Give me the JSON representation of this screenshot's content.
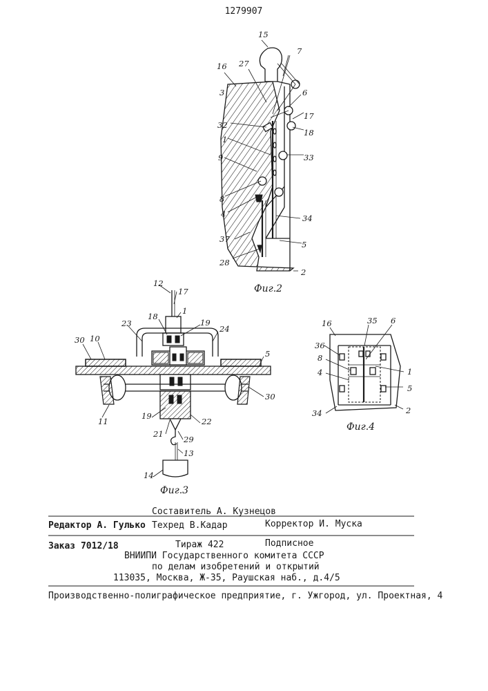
{
  "patent_number": "1279907",
  "figures": {
    "fig2": {
      "caption": "Фиг.2",
      "labels": [
        "15",
        "16",
        "27",
        "7",
        "3",
        "6",
        "17",
        "32",
        "18",
        "1",
        "33",
        "9",
        "8",
        "4",
        "34",
        "37",
        "5",
        "28",
        "2"
      ]
    },
    "fig3": {
      "caption": "Фиг.3",
      "labels": [
        "12",
        "17",
        "1",
        "18",
        "19",
        "23",
        "24",
        "30",
        "10",
        "5",
        "11",
        "30",
        "19",
        "21",
        "22",
        "29",
        "13",
        "14"
      ]
    },
    "fig4": {
      "caption": "Фиг.4",
      "labels": [
        "16",
        "35",
        "6",
        "36",
        "8",
        "1",
        "4",
        "5",
        "34",
        "2"
      ]
    }
  },
  "imprint": {
    "editor": "Редактор А. Гулько",
    "compiler": "Составитель А. Кузнецов",
    "techred": "Техред В.Кадар",
    "corrector": "Корректор И. Муска",
    "order": "Заказ 7012/18",
    "circulation": "Тираж 422",
    "subscription": "Подписное",
    "org_line1": "ВНИИПИ Государственного комитета СССР",
    "org_line2": "по делам изобретений и открытий",
    "address": "113035, Москва, Ж-35, Раушская наб., д.4/5",
    "printer": "Производственно-полиграфическое предприятие, г. Ужгород, ул. Проектная, 4"
  }
}
